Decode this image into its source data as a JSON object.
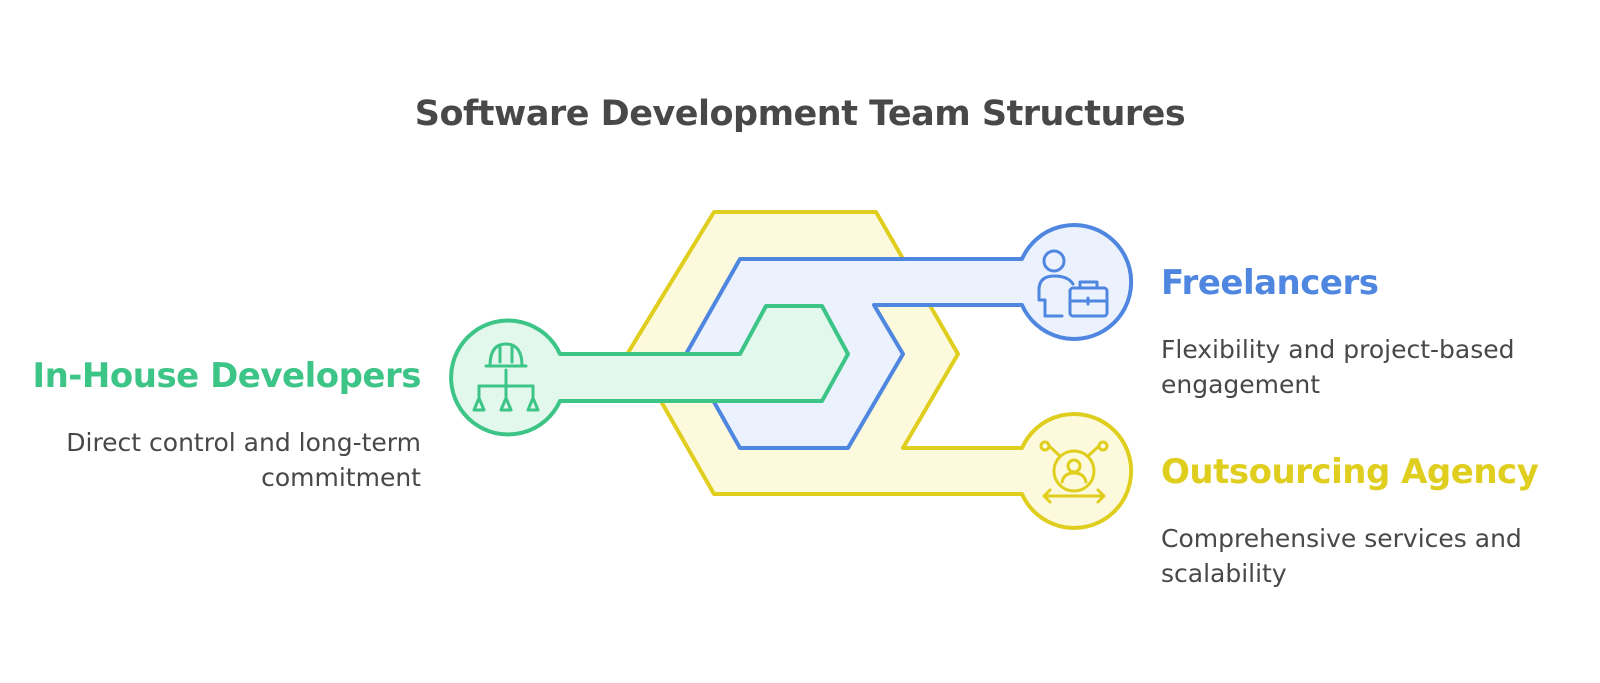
{
  "title": "Software Development Team Structures",
  "colors": {
    "in_house": "#3dc487",
    "in_house_fill": "#e2f8ec",
    "freelancers": "#4e86e0",
    "freelancers_fill": "#ebf2fd",
    "agency": "#e0ce1e",
    "agency_fill": "#fdf9dc",
    "text": "#484848"
  },
  "items": [
    {
      "key": "in_house",
      "heading": "In-House Developers",
      "description_lines": [
        "Direct control and long-term",
        "commitment"
      ],
      "icon": "construction-worker-hierarchy-icon"
    },
    {
      "key": "freelancers",
      "heading": "Freelancers",
      "description_lines": [
        "Flexibility and project-based",
        "engagement"
      ],
      "icon": "person-with-briefcase-icon"
    },
    {
      "key": "agency",
      "heading": "Outsourcing Agency",
      "description_lines": [
        "Comprehensive services and",
        "scalability"
      ],
      "icon": "person-network-arrows-icon"
    }
  ]
}
